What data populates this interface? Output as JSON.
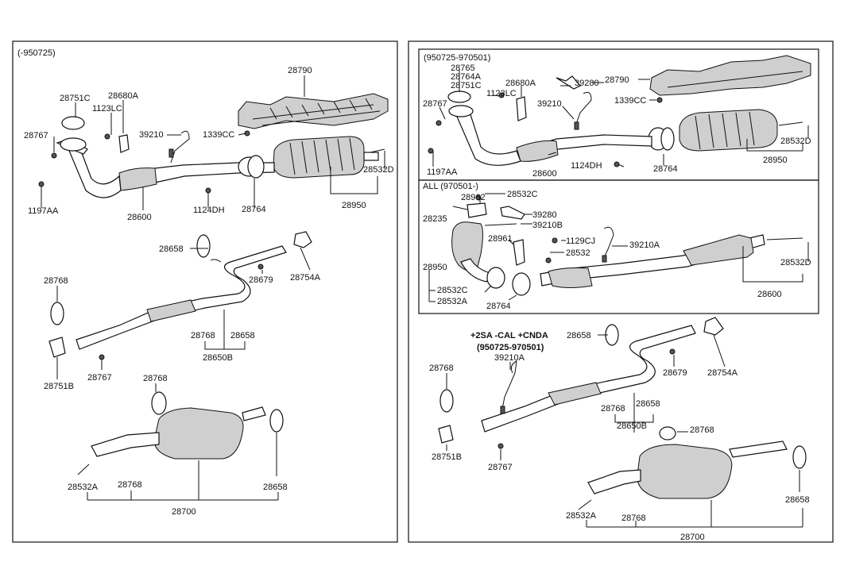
{
  "left_panel": {
    "header": "(-950725)",
    "labels": {
      "l28790": "28790",
      "l28751C": "28751C",
      "l28680A": "28680A",
      "l1123LC": "1123LC",
      "l39210": "39210",
      "l1339CC": "1339CC",
      "l28767a": "28767",
      "l28532D": "28532D",
      "l1197AA": "1197AA",
      "l28600": "28600",
      "l1124DH": "1124DH",
      "l28764": "28764",
      "l28950": "28950",
      "l28658a": "28658",
      "l28679": "28679",
      "l28754A": "28754A",
      "l28768a": "28768",
      "l28768b": "28768",
      "l28658b": "28658",
      "l28650B": "28650B",
      "l28751B": "28751B",
      "l28767b": "28767",
      "l28768c": "28768",
      "l28532A": "28532A",
      "l28768d": "28768",
      "l28658c": "28658",
      "l28700": "28700"
    }
  },
  "right_panel": {
    "upper_box_header": "(950725-970501)",
    "upper_labels": {
      "r28765": "28765",
      "r28764A": "28764A",
      "r28751C": "28751C",
      "r28680A": "28680A",
      "r39280": "39280",
      "r28790": "28790",
      "r28767": "28767",
      "r1123LC": "1123LC",
      "r39210": "39210",
      "r1339CC": "1339CC",
      "r28532D": "28532D",
      "r1197AA": "1197AA",
      "r28600": "28600",
      "r1124DH": "1124DH",
      "r28764": "28764",
      "r28950": "28950"
    },
    "lower_box_header": "ALL (970501-)",
    "lower_labels": {
      "s28962": "28962",
      "s28532C": "28532C",
      "s28235": "28235",
      "s39280": "39280",
      "s39210B": "39210B",
      "s28961": "28961",
      "s1129CJ": "1129CJ",
      "s39210A": "39210A",
      "s28532": "28532",
      "s28950": "28950",
      "s28532D": "28532D",
      "s28532C2": "28532C",
      "s28532A": "28532A",
      "s28764": "28764",
      "s28600": "28600"
    },
    "note_line1": "+2SA -CAL +CNDA",
    "note_line2": "(950725-970501)",
    "bottom_labels": {
      "b39210A": "39210A",
      "b28658a": "28658",
      "b28679": "28679",
      "b28754A": "28754A",
      "b28768a": "28768",
      "b28768b": "28768",
      "b28658b": "28658",
      "b28650B": "28650B",
      "b28751B": "28751B",
      "b28767": "28767",
      "b28768c": "28768",
      "b28532A": "28532A",
      "b28768d": "28768",
      "b28658c": "28658",
      "b28700": "28700"
    }
  }
}
